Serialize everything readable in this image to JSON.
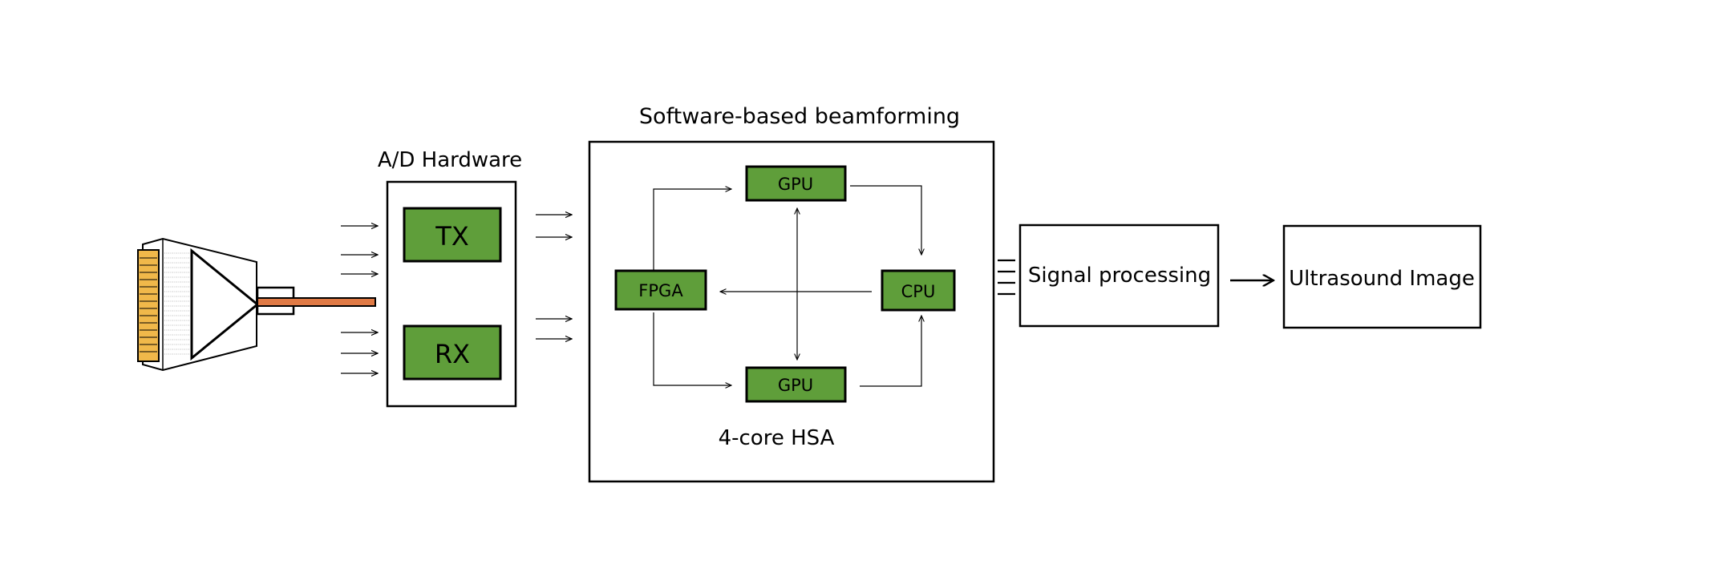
{
  "title": "Software-based beamforming",
  "ad_hardware": {
    "label": "A/D Hardware",
    "tx": "TX",
    "rx": "RX"
  },
  "hsa": {
    "caption": "4-core HSA",
    "gpu_top": "GPU",
    "gpu_bottom": "GPU",
    "fpga": "FPGA",
    "cpu": "CPU"
  },
  "signal_processing": "Signal processing",
  "ultrasound_image": "Ultrasound Image",
  "colors": {
    "chip_fill": "#5f9e3a",
    "probe_element": "#f0b84a",
    "cable": "#e07a45"
  }
}
